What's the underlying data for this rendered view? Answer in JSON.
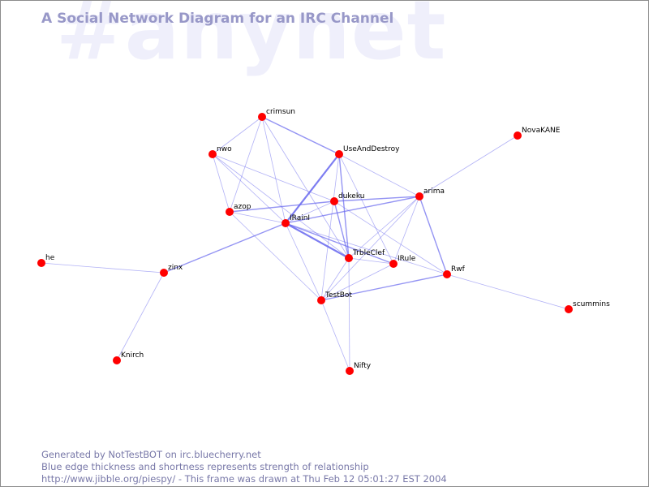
{
  "header": {
    "watermark": "#anynet",
    "title": "A Social Network Diagram for an IRC Channel"
  },
  "footer": {
    "line1": "Generated by NotTestBOT on irc.bluecherry.net",
    "line2": "Blue edge thickness and shortness represents strength of relationship",
    "line3": "http://www.jibble.org/piespy/ - This frame was drawn at Thu Feb 12 05:01:27 EST 2004"
  },
  "colors": {
    "node": "#ff0000",
    "edge": "#6666ee",
    "title": "#9898c8",
    "watermark": "#efeffb",
    "footer": "#7878a8"
  },
  "nodes": [
    {
      "id": "crimsun",
      "label": "crimsun"
    },
    {
      "id": "nwo",
      "label": "nwo"
    },
    {
      "id": "UseAndDestroy",
      "label": "UseAndDestroy"
    },
    {
      "id": "NovaKANE",
      "label": "NovaKANE"
    },
    {
      "id": "arima",
      "label": "arima"
    },
    {
      "id": "dukeku",
      "label": "dukeku"
    },
    {
      "id": "azop",
      "label": "azop"
    },
    {
      "id": "IRainI",
      "label": "IRainI"
    },
    {
      "id": "TrbleClef",
      "label": "TrbleClef"
    },
    {
      "id": "IRule",
      "label": "IRule"
    },
    {
      "id": "Rwf",
      "label": "Rwf"
    },
    {
      "id": "he",
      "label": "he"
    },
    {
      "id": "zinx",
      "label": "zinx"
    },
    {
      "id": "TestBot",
      "label": "TestBot"
    },
    {
      "id": "scummins",
      "label": "scummins"
    },
    {
      "id": "Knirch",
      "label": "Knirch"
    },
    {
      "id": "Nifty",
      "label": "Nifty"
    }
  ],
  "edges": [
    {
      "source": "crimsun",
      "target": "UseAndDestroy",
      "strength": 2
    },
    {
      "source": "crimsun",
      "target": "nwo",
      "strength": 1
    },
    {
      "source": "crimsun",
      "target": "azop",
      "strength": 1
    },
    {
      "source": "crimsun",
      "target": "IRainI",
      "strength": 1
    },
    {
      "source": "crimsun",
      "target": "TrbleClef",
      "strength": 1
    },
    {
      "source": "nwo",
      "target": "azop",
      "strength": 1
    },
    {
      "source": "nwo",
      "target": "dukeku",
      "strength": 1
    },
    {
      "source": "nwo",
      "target": "IRainI",
      "strength": 1
    },
    {
      "source": "nwo",
      "target": "TrbleClef",
      "strength": 1
    },
    {
      "source": "UseAndDestroy",
      "target": "IRainI",
      "strength": 3
    },
    {
      "source": "UseAndDestroy",
      "target": "arima",
      "strength": 1
    },
    {
      "source": "UseAndDestroy",
      "target": "TrbleClef",
      "strength": 2
    },
    {
      "source": "UseAndDestroy",
      "target": "TestBot",
      "strength": 1
    },
    {
      "source": "UseAndDestroy",
      "target": "IRule",
      "strength": 1
    },
    {
      "source": "NovaKANE",
      "target": "arima",
      "strength": 1
    },
    {
      "source": "arima",
      "target": "dukeku",
      "strength": 2
    },
    {
      "source": "arima",
      "target": "IRainI",
      "strength": 2
    },
    {
      "source": "arima",
      "target": "Rwf",
      "strength": 2
    },
    {
      "source": "arima",
      "target": "TrbleClef",
      "strength": 1
    },
    {
      "source": "arima",
      "target": "IRule",
      "strength": 1
    },
    {
      "source": "arima",
      "target": "TestBot",
      "strength": 1
    },
    {
      "source": "dukeku",
      "target": "azop",
      "strength": 2
    },
    {
      "source": "dukeku",
      "target": "IRainI",
      "strength": 1
    },
    {
      "source": "dukeku",
      "target": "TrbleClef",
      "strength": 2
    },
    {
      "source": "dukeku",
      "target": "Rwf",
      "strength": 1
    },
    {
      "source": "azop",
      "target": "IRainI",
      "strength": 1
    },
    {
      "source": "azop",
      "target": "TestBot",
      "strength": 1
    },
    {
      "source": "IRainI",
      "target": "zinx",
      "strength": 2
    },
    {
      "source": "IRainI",
      "target": "TrbleClef",
      "strength": 3
    },
    {
      "source": "IRainI",
      "target": "IRule",
      "strength": 2
    },
    {
      "source": "IRainI",
      "target": "TestBot",
      "strength": 1
    },
    {
      "source": "IRainI",
      "target": "Rwf",
      "strength": 1
    },
    {
      "source": "TrbleClef",
      "target": "IRule",
      "strength": 1
    },
    {
      "source": "TrbleClef",
      "target": "TestBot",
      "strength": 1
    },
    {
      "source": "TrbleClef",
      "target": "Nifty",
      "strength": 1
    },
    {
      "source": "IRule",
      "target": "TestBot",
      "strength": 1
    },
    {
      "source": "Rwf",
      "target": "TestBot",
      "strength": 2
    },
    {
      "source": "Rwf",
      "target": "scummins",
      "strength": 1
    },
    {
      "source": "TestBot",
      "target": "Nifty",
      "strength": 1
    },
    {
      "source": "he",
      "target": "zinx",
      "strength": 1
    },
    {
      "source": "zinx",
      "target": "Knirch",
      "strength": 1
    }
  ]
}
